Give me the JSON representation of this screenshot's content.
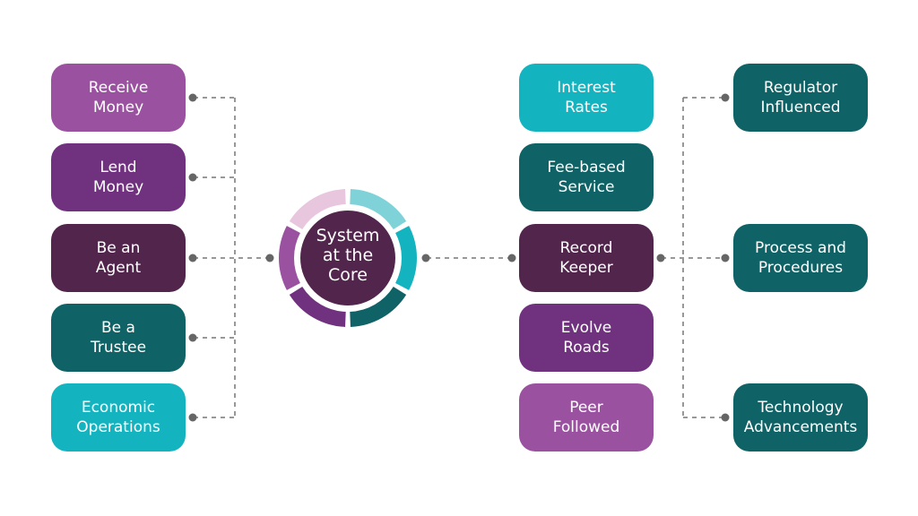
{
  "colors": {
    "light_purple": "#9a52a0",
    "purple": "#70327f",
    "plum": "#52254c",
    "dark_teal": "#0f6265",
    "teal": "#13b3bf",
    "light_teal": "#7fd2d8",
    "pink": "#e8c6de",
    "connector": "#666666"
  },
  "center": {
    "line1": "System",
    "line2": "at the",
    "line3": "Core"
  },
  "left_items": [
    {
      "line1": "Receive",
      "line2": "Money",
      "color": "#9a52a0"
    },
    {
      "line1": "Lend",
      "line2": "Money",
      "color": "#70327f"
    },
    {
      "line1": "Be an",
      "line2": "Agent",
      "color": "#52254c"
    },
    {
      "line1": "Be a",
      "line2": "Trustee",
      "color": "#0f6265"
    },
    {
      "line1": "Economic",
      "line2": "Operations",
      "color": "#13b3bf"
    }
  ],
  "middle_items": [
    {
      "line1": "Interest",
      "line2": "Rates",
      "color": "#13b3bf"
    },
    {
      "line1": "Fee-based",
      "line2": "Service",
      "color": "#0f6265"
    },
    {
      "line1": "Record",
      "line2": "Keeper",
      "color": "#52254c"
    },
    {
      "line1": "Evolve",
      "line2": "Roads",
      "color": "#70327f"
    },
    {
      "line1": "Peer",
      "line2": "Followed",
      "color": "#9a52a0"
    }
  ],
  "right_items": [
    {
      "line1": "Regulator",
      "line2": "Influenced",
      "color": "#0f6265"
    },
    {
      "line1": "Process and",
      "line2": "Procedures",
      "color": "#0f6265"
    },
    {
      "line1": "Technology",
      "line2": "Advancements",
      "color": "#0f6265"
    }
  ],
  "ring_segments": [
    "#7fd2d8",
    "#13b3bf",
    "#0f6265",
    "#70327f",
    "#9a52a0",
    "#e8c6de"
  ]
}
